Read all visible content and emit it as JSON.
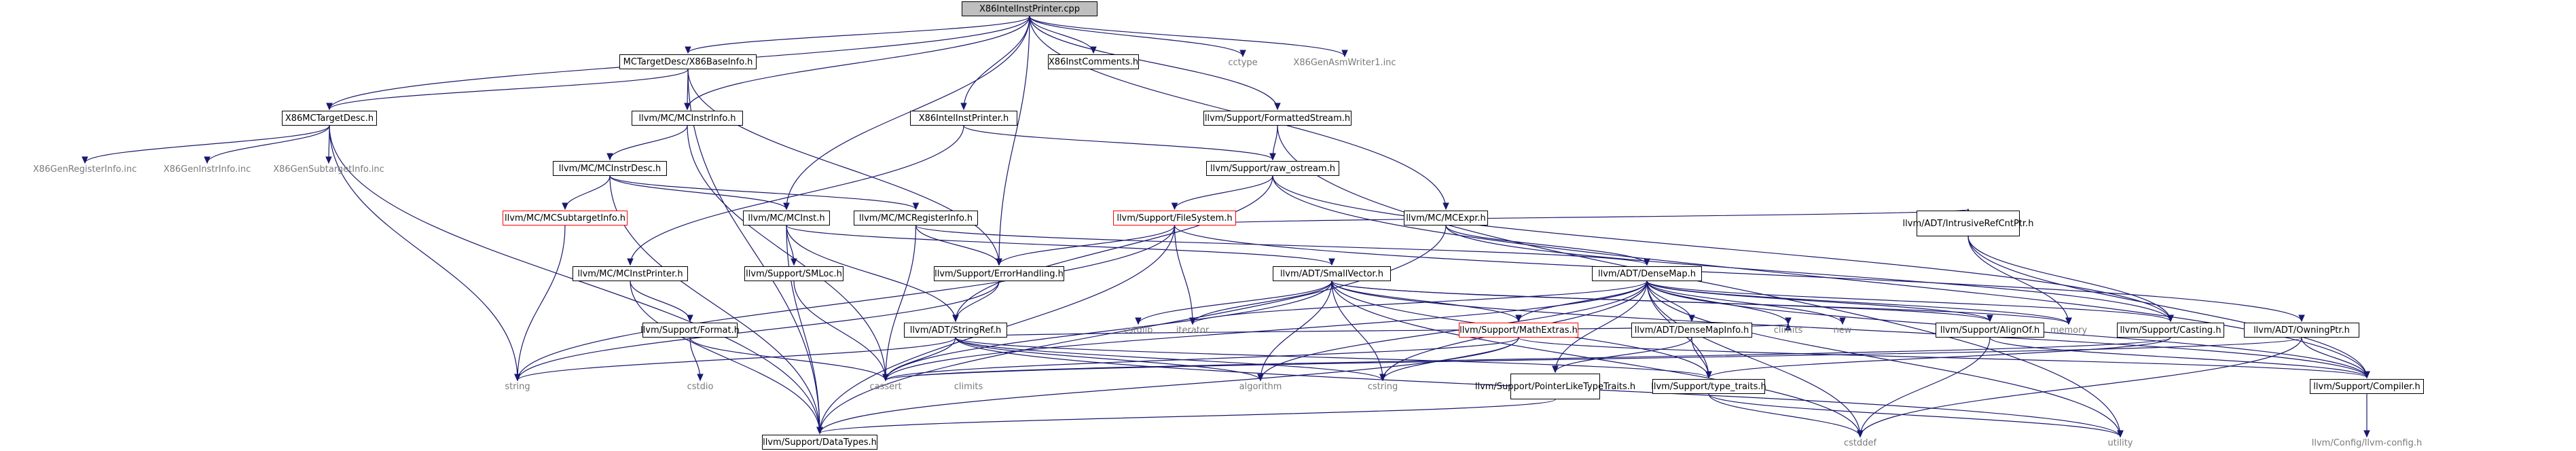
{
  "graph": {
    "root": "X86IntelInstPrinter.cpp",
    "nodes": {
      "root": "X86IntelInstPrinter.cpp",
      "mctargetdesc_x86baseinfo": "MCTargetDesc/X86BaseInfo.h",
      "x86mctargetdesc": "X86MCTargetDesc.h",
      "x86genregisterinfo": "X86GenRegisterInfo.inc",
      "x86geninstrinfo": "X86GenInstrInfo.inc",
      "x86gensubtargetinfo": "X86GenSubtargetInfo.inc",
      "mcinstrinfo": "llvm/MC/MCInstrInfo.h",
      "mcinstrdesc": "llvm/MC/MCInstrDesc.h",
      "mcsubtargetinfo": "llvm/MC/MCSubtargetInfo.h",
      "mcinst": "llvm/MC/MCInst.h",
      "mcregisterinfo": "llvm/MC/MCRegisterInfo.h",
      "mcinstprinter": "llvm/MC/MCInstPrinter.h",
      "smloc": "llvm/Support/SMLoc.h",
      "format": "llvm/Support/Format.h",
      "cstdio": "cstdio",
      "x86instcomments": "X86InstComments.h",
      "x86intelinstprinter_h": "X86IntelInstPrinter.h",
      "raw_ostream": "llvm/Support/raw_ostream.h",
      "filesystem": "llvm/Support/FileSystem.h",
      "errorhandling": "llvm/Support/ErrorHandling.h",
      "stringref": "llvm/ADT/StringRef.h",
      "string": "string",
      "cassert": "cassert",
      "climits": "climits",
      "algorithm": "algorithm",
      "cstring": "cstring",
      "datatypes": "llvm/Support/DataTypes.h",
      "smallvector": "llvm/ADT/SmallVector.h",
      "cstdlib": "cstdlib",
      "iterator": "iterator",
      "mathextras": "llvm/Support/MathExtras.h",
      "densemap": "llvm/ADT/DenseMap.h",
      "densemapinfo": "llvm/ADT/DenseMapInfo.h",
      "pointerliketypetraits": "llvm/Support/PointerLikeTypeTraits.h",
      "type_traits": "llvm/Support/type_traits.h",
      "cstddef": "cstddef",
      "utility": "utility",
      "alignof": "llvm/Support/AlignOf.h",
      "new": "new",
      "memory": "memory",
      "mcexpr": "llvm/MC/MCExpr.h",
      "intrusiverefcntptr": "llvm/ADT/IntrusiveRefCntPtr.h",
      "casting": "llvm/Support/Casting.h",
      "owningptr": "llvm/ADT/OwningPtr.h",
      "compiler": "llvm/Support/Compiler.h",
      "llvm_config": "llvm/Config/llvm-config.h",
      "formattedstream": "llvm/Support/FormattedStream.h",
      "cctype": "cctype",
      "x86genasmwriter1": "X86GenAsmWriter1.inc"
    },
    "edges": [
      [
        "root",
        "mctargetdesc_x86baseinfo"
      ],
      [
        "root",
        "x86mctargetdesc"
      ],
      [
        "root",
        "mcinstrinfo"
      ],
      [
        "root",
        "mcinst"
      ],
      [
        "root",
        "x86instcomments"
      ],
      [
        "root",
        "x86intelinstprinter_h"
      ],
      [
        "root",
        "errorhandling"
      ],
      [
        "root",
        "mcexpr"
      ],
      [
        "root",
        "formattedstream"
      ],
      [
        "root",
        "cctype"
      ],
      [
        "root",
        "x86genasmwriter1"
      ],
      [
        "mctargetdesc_x86baseinfo",
        "x86mctargetdesc"
      ],
      [
        "mctargetdesc_x86baseinfo",
        "mcinstrinfo"
      ],
      [
        "mctargetdesc_x86baseinfo",
        "errorhandling"
      ],
      [
        "mctargetdesc_x86baseinfo",
        "datatypes"
      ],
      [
        "x86mctargetdesc",
        "x86genregisterinfo"
      ],
      [
        "x86mctargetdesc",
        "x86geninstrinfo"
      ],
      [
        "x86mctargetdesc",
        "x86gensubtargetinfo"
      ],
      [
        "x86mctargetdesc",
        "string"
      ],
      [
        "x86mctargetdesc",
        "datatypes"
      ],
      [
        "mcinstrinfo",
        "mcinstrdesc"
      ],
      [
        "mcinstrinfo",
        "cassert"
      ],
      [
        "mcinstrdesc",
        "mcsubtargetinfo"
      ],
      [
        "mcinstrdesc",
        "mcinst"
      ],
      [
        "mcinstrdesc",
        "mcregisterinfo"
      ],
      [
        "mcinstrdesc",
        "datatypes"
      ],
      [
        "mcsubtargetinfo",
        "string"
      ],
      [
        "mcinst",
        "smloc"
      ],
      [
        "mcinst",
        "smallvector"
      ],
      [
        "mcinst",
        "stringref"
      ],
      [
        "mcinst",
        "datatypes"
      ],
      [
        "mcregisterinfo",
        "errorhandling"
      ],
      [
        "mcregisterinfo",
        "densemap"
      ],
      [
        "mcregisterinfo",
        "cassert"
      ],
      [
        "x86intelinstprinter_h",
        "mcinstprinter"
      ],
      [
        "x86intelinstprinter_h",
        "raw_ostream"
      ],
      [
        "mcinstprinter",
        "format"
      ],
      [
        "mcinstprinter",
        "datatypes"
      ],
      [
        "format",
        "cstdio"
      ],
      [
        "format",
        "cassert"
      ],
      [
        "smloc",
        "cassert"
      ],
      [
        "formattedstream",
        "raw_ostream"
      ],
      [
        "formattedstream",
        "utility"
      ],
      [
        "raw_ostream",
        "filesystem"
      ],
      [
        "raw_ostream",
        "stringref"
      ],
      [
        "raw_ostream",
        "compiler"
      ],
      [
        "raw_ostream",
        "casting"
      ],
      [
        "filesystem",
        "errorhandling"
      ],
      [
        "filesystem",
        "intrusiverefcntptr"
      ],
      [
        "filesystem",
        "owningptr"
      ],
      [
        "filesystem",
        "iterator"
      ],
      [
        "filesystem",
        "string"
      ],
      [
        "filesystem",
        "datatypes"
      ],
      [
        "errorhandling",
        "stringref"
      ],
      [
        "errorhandling",
        "string"
      ],
      [
        "stringref",
        "type_traits"
      ],
      [
        "stringref",
        "algorithm"
      ],
      [
        "stringref",
        "cassert"
      ],
      [
        "stringref",
        "climits"
      ],
      [
        "stringref",
        "cstring"
      ],
      [
        "stringref",
        "string"
      ],
      [
        "stringref",
        "utility"
      ],
      [
        "smallvector",
        "alignof"
      ],
      [
        "smallvector",
        "compiler"
      ],
      [
        "smallvector",
        "mathextras"
      ],
      [
        "smallvector",
        "type_traits"
      ],
      [
        "smallvector",
        "algorithm"
      ],
      [
        "smallvector",
        "cassert"
      ],
      [
        "smallvector",
        "cstddef"
      ],
      [
        "smallvector",
        "cstdlib"
      ],
      [
        "smallvector",
        "cstring"
      ],
      [
        "smallvector",
        "iterator"
      ],
      [
        "smallvector",
        "memory"
      ],
      [
        "mcexpr",
        "densemap"
      ],
      [
        "mcexpr",
        "casting"
      ],
      [
        "mcexpr",
        "datatypes"
      ],
      [
        "densemap",
        "densemapinfo"
      ],
      [
        "densemap",
        "alignof"
      ],
      [
        "densemap",
        "compiler"
      ],
      [
        "densemap",
        "mathextras"
      ],
      [
        "densemap",
        "pointerliketypetraits"
      ],
      [
        "densemap",
        "type_traits"
      ],
      [
        "densemap",
        "algorithm"
      ],
      [
        "densemap",
        "cassert"
      ],
      [
        "densemap",
        "climits"
      ],
      [
        "densemap",
        "cstddef"
      ],
      [
        "densemap",
        "cstring"
      ],
      [
        "densemap",
        "iterator"
      ],
      [
        "densemap",
        "new"
      ],
      [
        "densemap",
        "utility"
      ],
      [
        "densemap",
        "memory"
      ],
      [
        "densemap",
        "casting"
      ],
      [
        "mathextras",
        "compiler"
      ],
      [
        "mathextras",
        "datatypes"
      ],
      [
        "mathextras",
        "cassert"
      ],
      [
        "mathextras",
        "cstring"
      ],
      [
        "densemapinfo",
        "pointerliketypetraits"
      ],
      [
        "densemapinfo",
        "type_traits"
      ],
      [
        "pointerliketypetraits",
        "datatypes"
      ],
      [
        "type_traits",
        "cstddef"
      ],
      [
        "type_traits",
        "utility"
      ],
      [
        "alignof",
        "compiler"
      ],
      [
        "alignof",
        "cstddef"
      ],
      [
        "casting",
        "type_traits"
      ],
      [
        "casting",
        "cassert"
      ],
      [
        "intrusiverefcntptr",
        "casting"
      ],
      [
        "intrusiverefcntptr",
        "compiler"
      ],
      [
        "intrusiverefcntptr",
        "memory"
      ],
      [
        "owningptr",
        "compiler"
      ],
      [
        "owningptr",
        "cassert"
      ],
      [
        "owningptr",
        "cstddef"
      ],
      [
        "compiler",
        "llvm_config"
      ]
    ]
  }
}
